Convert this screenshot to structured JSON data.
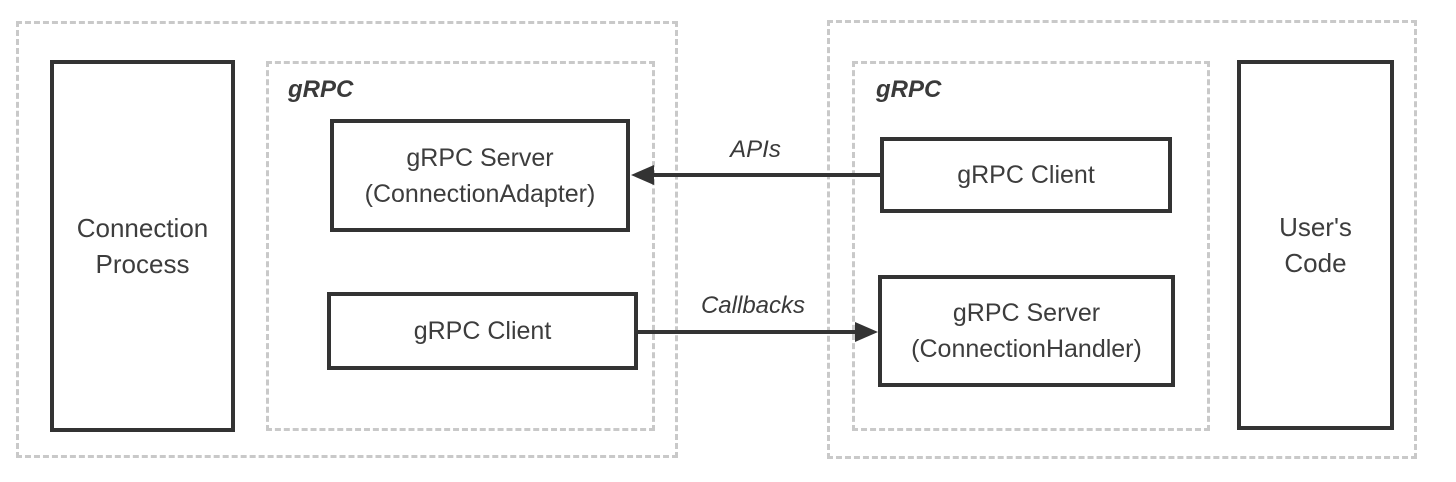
{
  "colors": {
    "background": "#ffffff",
    "dashed_border": "#c9c9c9",
    "solid_border": "#333333",
    "arrow": "#333333",
    "text": "#3d3d3d"
  },
  "left_container": {
    "process_box": {
      "label": "Connection\nProcess"
    },
    "grpc_group": {
      "label": "gRPC",
      "server_box": {
        "label": "gRPC Server\n(ConnectionAdapter)"
      },
      "client_box": {
        "label": "gRPC Client"
      }
    }
  },
  "right_container": {
    "grpc_group": {
      "label": "gRPC",
      "client_box": {
        "label": "gRPC Client"
      },
      "server_box": {
        "label": "gRPC Server\n(ConnectionHandler)"
      }
    },
    "user_code_box": {
      "label": "User's\nCode"
    }
  },
  "arrows": {
    "apis": {
      "label": "APIs",
      "direction": "left"
    },
    "callbacks": {
      "label": "Callbacks",
      "direction": "right"
    }
  }
}
